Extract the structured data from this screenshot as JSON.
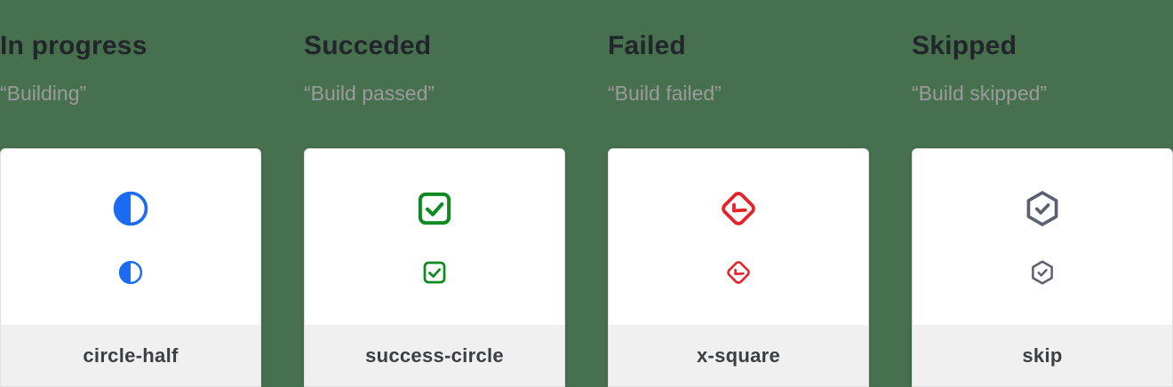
{
  "page": {
    "background": "#47704E",
    "card_background": "#FFFFFF",
    "card_border": "#E0E0E0",
    "footer_background": "#F0F0F0",
    "heading_color": "#22252A",
    "quote_color": "#9B9B9B",
    "label_color": "#3B3E42"
  },
  "columns": [
    {
      "title": "In progress",
      "quote": "“Building”",
      "icon": "circle-half",
      "icon_color": "#1B6CF3",
      "label": "circle-half"
    },
    {
      "title": "Succeded",
      "quote": "“Build passed”",
      "icon": "check-square",
      "icon_color": "#0E8A20",
      "label": "success-circle"
    },
    {
      "title": "Failed",
      "quote": "“Build failed”",
      "icon": "check-diamond",
      "icon_color": "#E3242A",
      "label": "x-square"
    },
    {
      "title": "Skipped",
      "quote": "“Build skipped”",
      "icon": "check-hexagon",
      "icon_color": "#5B6170",
      "label": "skip"
    }
  ]
}
